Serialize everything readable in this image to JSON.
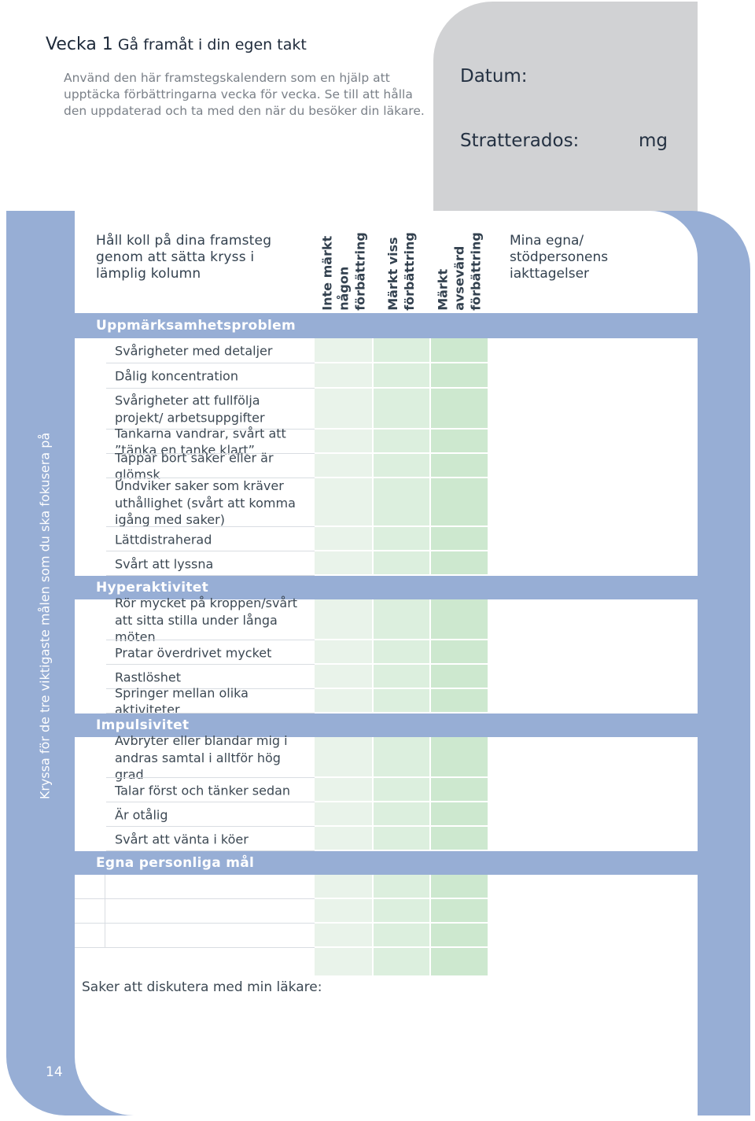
{
  "header": {
    "week": "Vecka 1",
    "subtitle": "Gå framåt i din egen takt",
    "intro": "Använd den här framstegskalendern som en hjälp att upptäcka förbättringarna vecka för vecka. Se till att hålla den uppdaterad och ta med den när du besöker din läkare."
  },
  "info_panel": {
    "date_label": "Datum:",
    "dose_label": "Stratterados:",
    "dose_unit": "mg"
  },
  "side_text": "Kryssa för de tre viktigaste målen som du ska fokusera på",
  "page_number": "14",
  "table": {
    "intro_header": "Håll koll på dina framsteg genom att sätta kryss i lämplig kolumn",
    "columns": [
      {
        "label": "Inte märkt någon förbättring",
        "lines": [
          "Inte märkt",
          "någon",
          "förbättring"
        ],
        "color": "#e9f3ea"
      },
      {
        "label": "Märkt viss förbättring",
        "lines": [
          "Märkt viss",
          "förbättring"
        ],
        "color": "#dcefde"
      },
      {
        "label": "Märkt avsevärd förbättring",
        "lines": [
          "Märkt",
          "avsevärd",
          "förbättring"
        ],
        "color": "#cde8cf"
      }
    ],
    "notes_header": "Mina egna/ stödpersonens iakttagelser",
    "sections": [
      {
        "title": "Uppmärksamhetsproblem",
        "items": [
          "Svårigheter med detaljer",
          "Dålig koncentration",
          "Svårigheter att fullfölja projekt/ arbetsuppgifter",
          "Tankarna vandrar, svårt att ”tänka en tanke klart”",
          "Tappar bort saker eller är glömsk",
          "Undviker saker som kräver uthållighet (svårt att komma igång med saker)",
          "Lättdistraherad",
          "Svårt att lyssna"
        ]
      },
      {
        "title": "Hyperaktivitet",
        "items": [
          "Rör mycket på kroppen/svårt att sitta stilla under långa möten",
          "Pratar överdrivet mycket",
          "Rastlöshet",
          "Springer mellan olika aktiviteter"
        ]
      },
      {
        "title": "Impulsivitet",
        "items": [
          "Avbryter eller blandar mig i andras samtal i alltför hög grad",
          "Talar först och tänker sedan",
          "Är otålig",
          "Svårt att vänta i köer"
        ]
      },
      {
        "title": "Egna personliga mål",
        "items": []
      }
    ]
  },
  "discuss_label": "Saker att diskutera med min läkare:"
}
